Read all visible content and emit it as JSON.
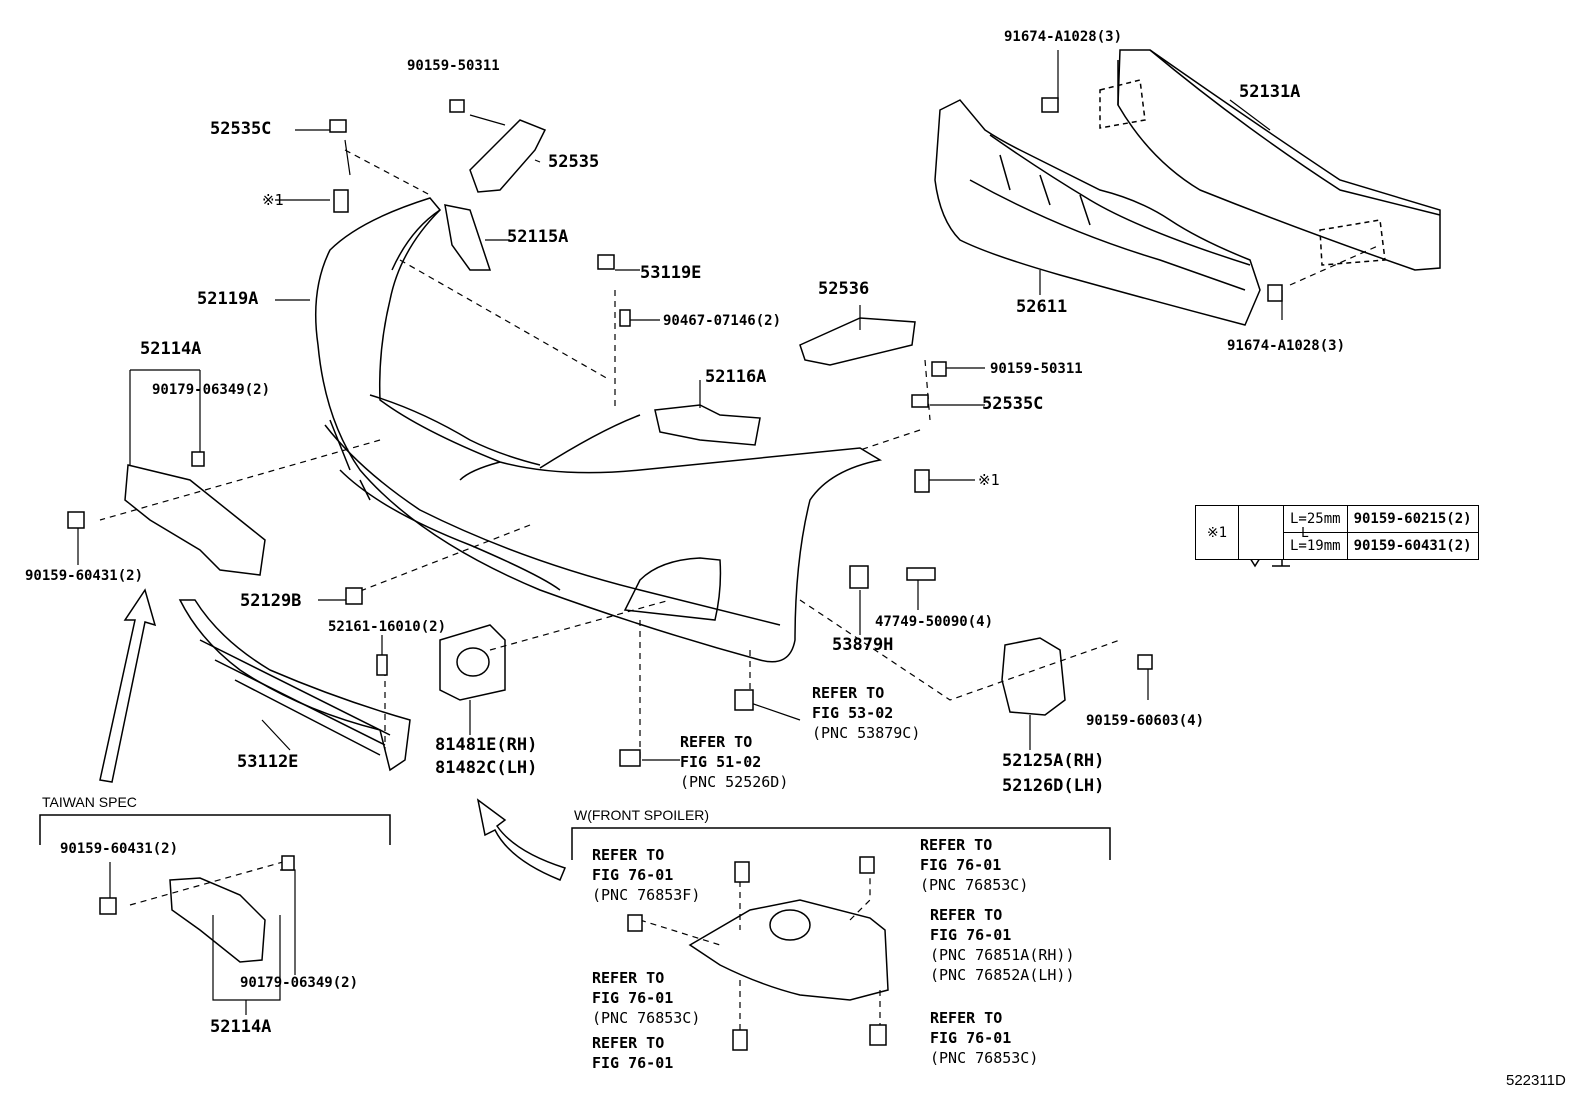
{
  "parts": {
    "p_90159_50311_top": "90159-50311",
    "p_52535C_top": "52535C",
    "p_52535": "52535",
    "p_note1_left": "※1",
    "p_52115A": "52115A",
    "p_53119E": "53119E",
    "p_52119A": "52119A",
    "p_90467": "90467-07146(2)",
    "p_52114A_top": "52114A",
    "p_90179_top": "90179-06349(2)",
    "p_52116A": "52116A",
    "p_52536": "52536",
    "p_90159_50311_mid": "90159-50311",
    "p_52535C_mid": "52535C",
    "p_note1_right": "※1",
    "p_91674_top": "91674-A1028(3)",
    "p_52131A": "52131A",
    "p_52611": "52611",
    "p_91674_bot": "91674-A1028(3)",
    "p_90159_60431_left": "90159-60431(2)",
    "p_52129B": "52129B",
    "p_52161": "52161-16010(2)",
    "p_47749": "47749-50090(4)",
    "p_53879H": "53879H",
    "p_53112E": "53112E",
    "p_81481E": "81481E(RH)",
    "p_81482C": "81482C(LH)",
    "p_90159_60603": "90159-60603(4)",
    "p_52125A": "52125A(RH)",
    "p_52126D": "52126D(LH)",
    "p_90159_60431_tw": "90159-60431(2)",
    "p_90179_tw": "90179-06349(2)",
    "p_52114A_tw": "52114A"
  },
  "refs": {
    "r_53_02": {
      "line1": "REFER TO",
      "line2": "FIG 53-02",
      "line3": "(PNC 53879C)"
    },
    "r_51_02": {
      "line1": "REFER TO",
      "line2": "FIG 51-02",
      "line3": "(PNC 52526D)"
    },
    "r_76853F": {
      "line1": "REFER TO",
      "line2": "FIG 76-01",
      "line3": "(PNC 76853F)"
    },
    "r_76853C_top": {
      "line1": "REFER TO",
      "line2": "FIG 76-01",
      "line3": "(PNC 76853C)"
    },
    "r_76851A": {
      "line1": "REFER TO",
      "line2": "FIG 76-01",
      "line3": "(PNC 76851A(RH))",
      "line4": "(PNC 76852A(LH))"
    },
    "r_76853C_left": {
      "line1": "REFER TO",
      "line2": "FIG 76-01",
      "line3": "(PNC 76853C)"
    },
    "r_76_bottom": {
      "line1": "REFER TO",
      "line2": "FIG 76-01"
    },
    "r_76853C_bot": {
      "line1": "REFER TO",
      "line2": "FIG 76-01",
      "line3": "(PNC 76853C)"
    }
  },
  "sections": {
    "taiwan_spec": "TAIWAN SPEC",
    "front_spoiler": "W(FRONT SPOILER)"
  },
  "spec_table": {
    "symbol": "※1",
    "l_symbol": "L",
    "rows": [
      {
        "length": "L=25mm",
        "part": "90159-60215(2)"
      },
      {
        "length": "L=19mm",
        "part": "90159-60431(2)"
      }
    ]
  },
  "diagram_code": "522311D"
}
